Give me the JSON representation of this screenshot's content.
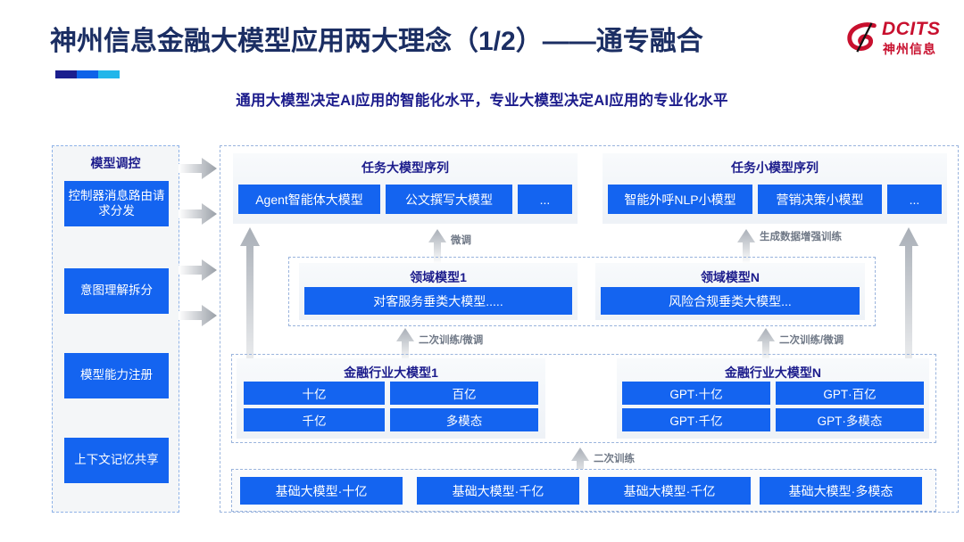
{
  "header": {
    "title": "神州信息金融大模型应用两大理念（1/2）——通专融合",
    "subtitle": "通用大模型决定AI应用的智能化水平，专业大模型决定AI应用的专业化水平",
    "title_color": "#1b2e63",
    "subtitle_color": "#1c1c8c",
    "accent_colors": [
      "#1b1e8e",
      "#0d62e8",
      "#22b6ea"
    ]
  },
  "logo": {
    "brand": "DCITS",
    "chinese": "神州信息",
    "color": "#c8102e"
  },
  "control_panel": {
    "title": "模型调控",
    "items": [
      {
        "label": "控制器消息路由请求分发"
      },
      {
        "label": "意图理解拆分"
      },
      {
        "label": "模型能力注册"
      },
      {
        "label": "上下文记忆共享"
      }
    ]
  },
  "task_large": {
    "title": "任务大模型序列",
    "boxes": [
      "Agent智能体大模型",
      "公文撰写大模型",
      "..."
    ]
  },
  "task_small": {
    "title": "任务小模型序列",
    "boxes": [
      "智能外呼NLP小模型",
      "营销决策小模型",
      "..."
    ]
  },
  "domain_models": [
    {
      "title": "领域模型1",
      "box": "对客服务垂类大模型....."
    },
    {
      "title": "领域模型N",
      "box": "风险合规垂类大模型..."
    }
  ],
  "industry_models": [
    {
      "title": "金融行业大模型1",
      "boxes": [
        "十亿",
        "百亿",
        "千亿",
        "多模态"
      ]
    },
    {
      "title": "金融行业大模型N",
      "boxes": [
        "GPT·十亿",
        "GPT·百亿",
        "GPT·千亿",
        "GPT·多模态"
      ]
    }
  ],
  "foundation_models": {
    "boxes": [
      "基础大模型·十亿",
      "基础大模型·千亿",
      "基础大模型·千亿",
      "基础大模型·多模态"
    ]
  },
  "arrow_labels": {
    "fine_tune": "微调",
    "data_aug": "生成数据增强训练",
    "retrain_finetune_1": "二次训练/微调",
    "retrain_finetune_2": "二次训练/微调",
    "retrain": "二次训练"
  },
  "colors": {
    "box_blue": "#1464f0",
    "dashed_border": "#9ab4dd",
    "arrow_gray": "#b8bdc4"
  }
}
